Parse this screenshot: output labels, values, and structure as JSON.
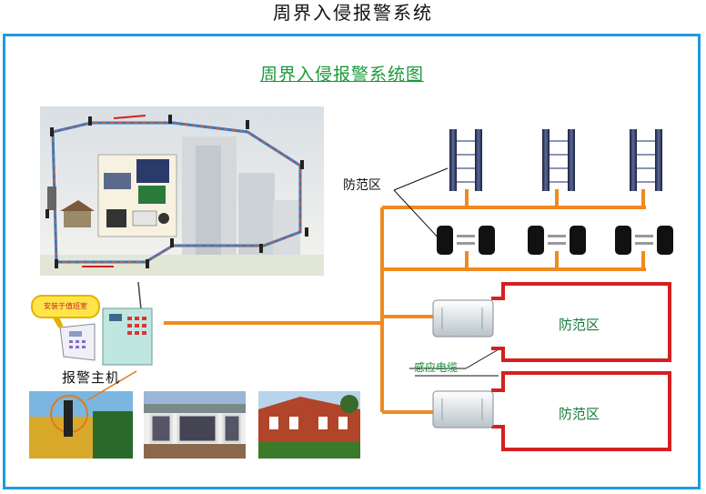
{
  "header": {
    "title": "周界入侵报警系统"
  },
  "diagram": {
    "title": "周界入侵报警系统图",
    "zone_label_top": "防范区",
    "zone_label_1": "防范区",
    "zone_label_2": "防范区",
    "cable_label": "感应电缆",
    "host_label": "报警主机",
    "bubble_text": "安装于值班室"
  },
  "colors": {
    "frame": "#1e9be0",
    "wire": "#f08a1e",
    "zone_box": "#d42020",
    "title_green": "#1a9a3a"
  }
}
